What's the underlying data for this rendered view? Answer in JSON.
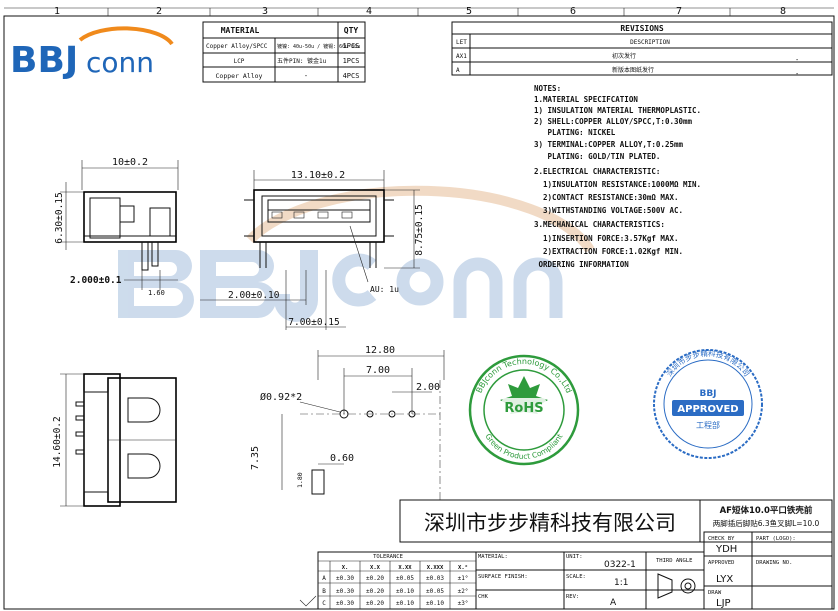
{
  "border": {
    "top_zones": [
      "1",
      "2",
      "3",
      "4",
      "5",
      "6",
      "7",
      "8"
    ]
  },
  "logo": {
    "text_bbj": "BBJ",
    "text_conn": "conn"
  },
  "bom": {
    "headers": [
      "MATERIAL",
      "QTY"
    ],
    "rows": [
      {
        "material": "Copper Alloy/SPCC",
        "note": "镀镍: 40u-50u / 镀锡: 60u-80u",
        "qty": "1PCS"
      },
      {
        "material": "LCP",
        "note": "五件PIN: 镀金1u",
        "qty": "1PCS"
      },
      {
        "material": "Copper Alloy",
        "note": "-",
        "qty": "4PCS"
      }
    ]
  },
  "revisions": {
    "title": "REVISIONS",
    "col_ltr": "LET",
    "col_desc": "DESCRIPTION",
    "rows": [
      {
        "ltr": "AX1",
        "desc": "初次发行",
        "mark": "-"
      },
      {
        "ltr": "A",
        "desc": "新版本图纸发行",
        "mark": "-"
      }
    ]
  },
  "notes": [
    "NOTES:",
    "1.MATERIAL SPECIFCATION",
    "1) INSULATION MATERIAL THERMOPLASTIC.",
    "2) SHELL:COPPER ALLOY/SPCC,T:0.30mm",
    "   PLATING: NICKEL",
    "3) TERMINAL:COPPER ALLOY,T:0.25mm",
    "   PLATING: GOLD/TIN PLATED.",
    "2.ELECTRICAL CHARACTERISTIC:",
    "  1)INSULATION RESISTANCE:1000MΩ MIN.",
    "  2)CONTACT RESISTANCE:30mΩ MAX.",
    "  3)WITHSTANDING VOLTAGE:500V AC.",
    "3.MECHANICAL CHARACTERISTICS:",
    "  1)INSERTION FORCE:3.57Kgf MAX.",
    "  2)EXTRACTION FORCE:1.02Kgf MIN.",
    " ORDERING INFORMATION"
  ],
  "dims": {
    "side_width": "10±0.2",
    "side_height": "6.30±0.15",
    "side_pitch": "2.000±0.1",
    "side_leg": "1.60",
    "front_width": "13.10±0.2",
    "front_height": "8.75±0.15",
    "plating": "AU: 1u",
    "pin_pitch": "2.00±0.10",
    "pin_span": "7.00±0.15",
    "bottom_height": "14.60±0.2",
    "fp_width": "12.80",
    "fp_span": "7.00",
    "fp_pitch": "2.00",
    "fp_hole": "Ø0.92*2",
    "fp_height": "7.35",
    "fp_offset": "0.60",
    "fp_small": "1.80"
  },
  "stamps": {
    "rohs_ring": "BBJconn Technology Co.,Ltd",
    "rohs_bottom": "Green Product Compliant",
    "rohs_center": "RoHS",
    "approved_ring": "深圳市步步精科技有限公司",
    "approved_label": "APPROVED",
    "approved_dept": "工程部"
  },
  "title_block": {
    "company": "深圳市步步精科技有限公司",
    "product_line1": "AF短体10.0平口铁壳前",
    "product_line2": "两脚插后脚贴6.3鱼叉脚L=10.0",
    "checked_label": "CHECK BY",
    "checked_value": "YDH",
    "part_label": "PART (LOGO):",
    "approved_label": "APPROVED",
    "approved_value": "LYX",
    "drawing_label": "DRAWING NO.",
    "drawn_label": "DRAW",
    "drawn_value": "LJP",
    "material_label": "MATERIAL:",
    "unit_label": "UNIT:",
    "unit_value": "0322-1",
    "surface_label": "SURFACE FINISH:",
    "scale_label": "SCALE:",
    "scale_value": "1:1",
    "rev_label": "REV:",
    "rev_value": "A",
    "chk_label": "CHK",
    "third_angle": "THIRD ANGLE",
    "tolerance_title": "TOLERANCE",
    "tolerance_headers": [
      "X.",
      "X.X",
      "X.XX",
      "X.XXX",
      "X.°"
    ],
    "tolerance_rows": [
      {
        "grade": "A",
        "vals": [
          "±0.30",
          "±0.20",
          "±0.05",
          "±0.03",
          "±1°"
        ]
      },
      {
        "grade": "B",
        "vals": [
          "±0.30",
          "±0.20",
          "±0.10",
          "±0.05",
          "±2°"
        ]
      },
      {
        "grade": "C",
        "vals": [
          "±0.30",
          "±0.20",
          "±0.10",
          "±0.10",
          "±3°"
        ]
      }
    ]
  },
  "colors": {
    "watermark_blue": "#c8d8ea",
    "watermark_orange": "#f0d7bf",
    "logo_blue": "#1f66b8",
    "logo_orange": "#f08a1c",
    "rohs_green": "#2e9b3c",
    "stamp_blue": "#2b6cc4"
  }
}
